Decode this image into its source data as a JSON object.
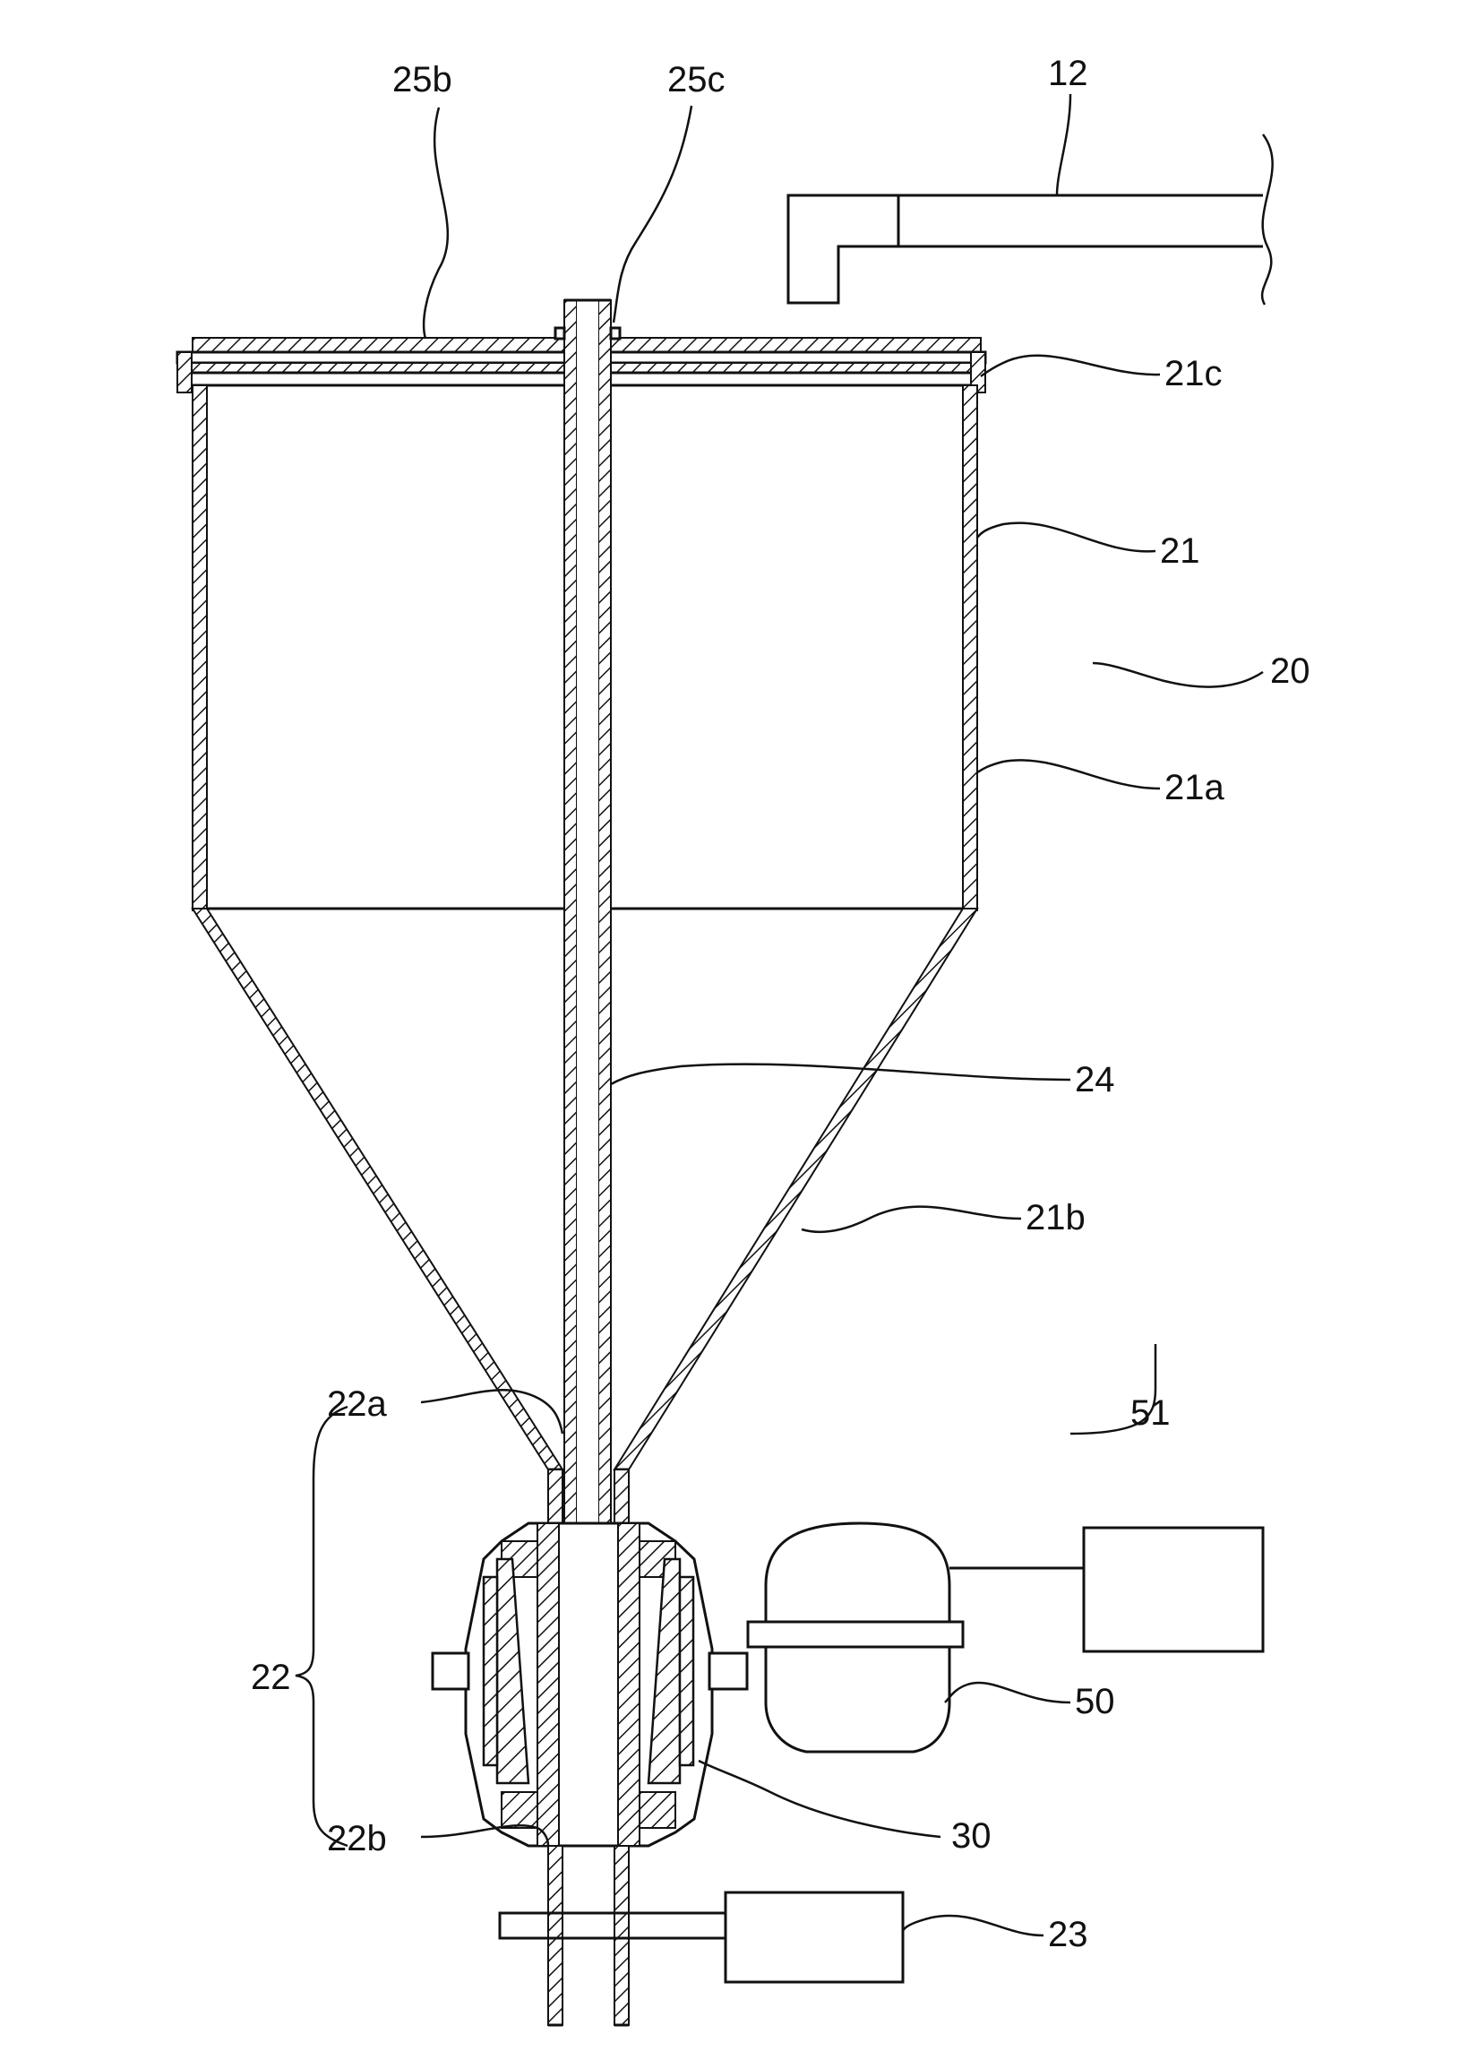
{
  "colors": {
    "ink": "#111111",
    "paper": "#ffffff"
  },
  "labels": {
    "l12": "12",
    "l20": "20",
    "l21": "21",
    "l21a": "21a",
    "l21b": "21b",
    "l21c": "21c",
    "l22": "22",
    "l22a": "22a",
    "l22b": "22b",
    "l23": "23",
    "l24": "24",
    "l25b": "25b",
    "l25c": "25c",
    "l30": "30",
    "l50": "50",
    "l51": "51"
  }
}
